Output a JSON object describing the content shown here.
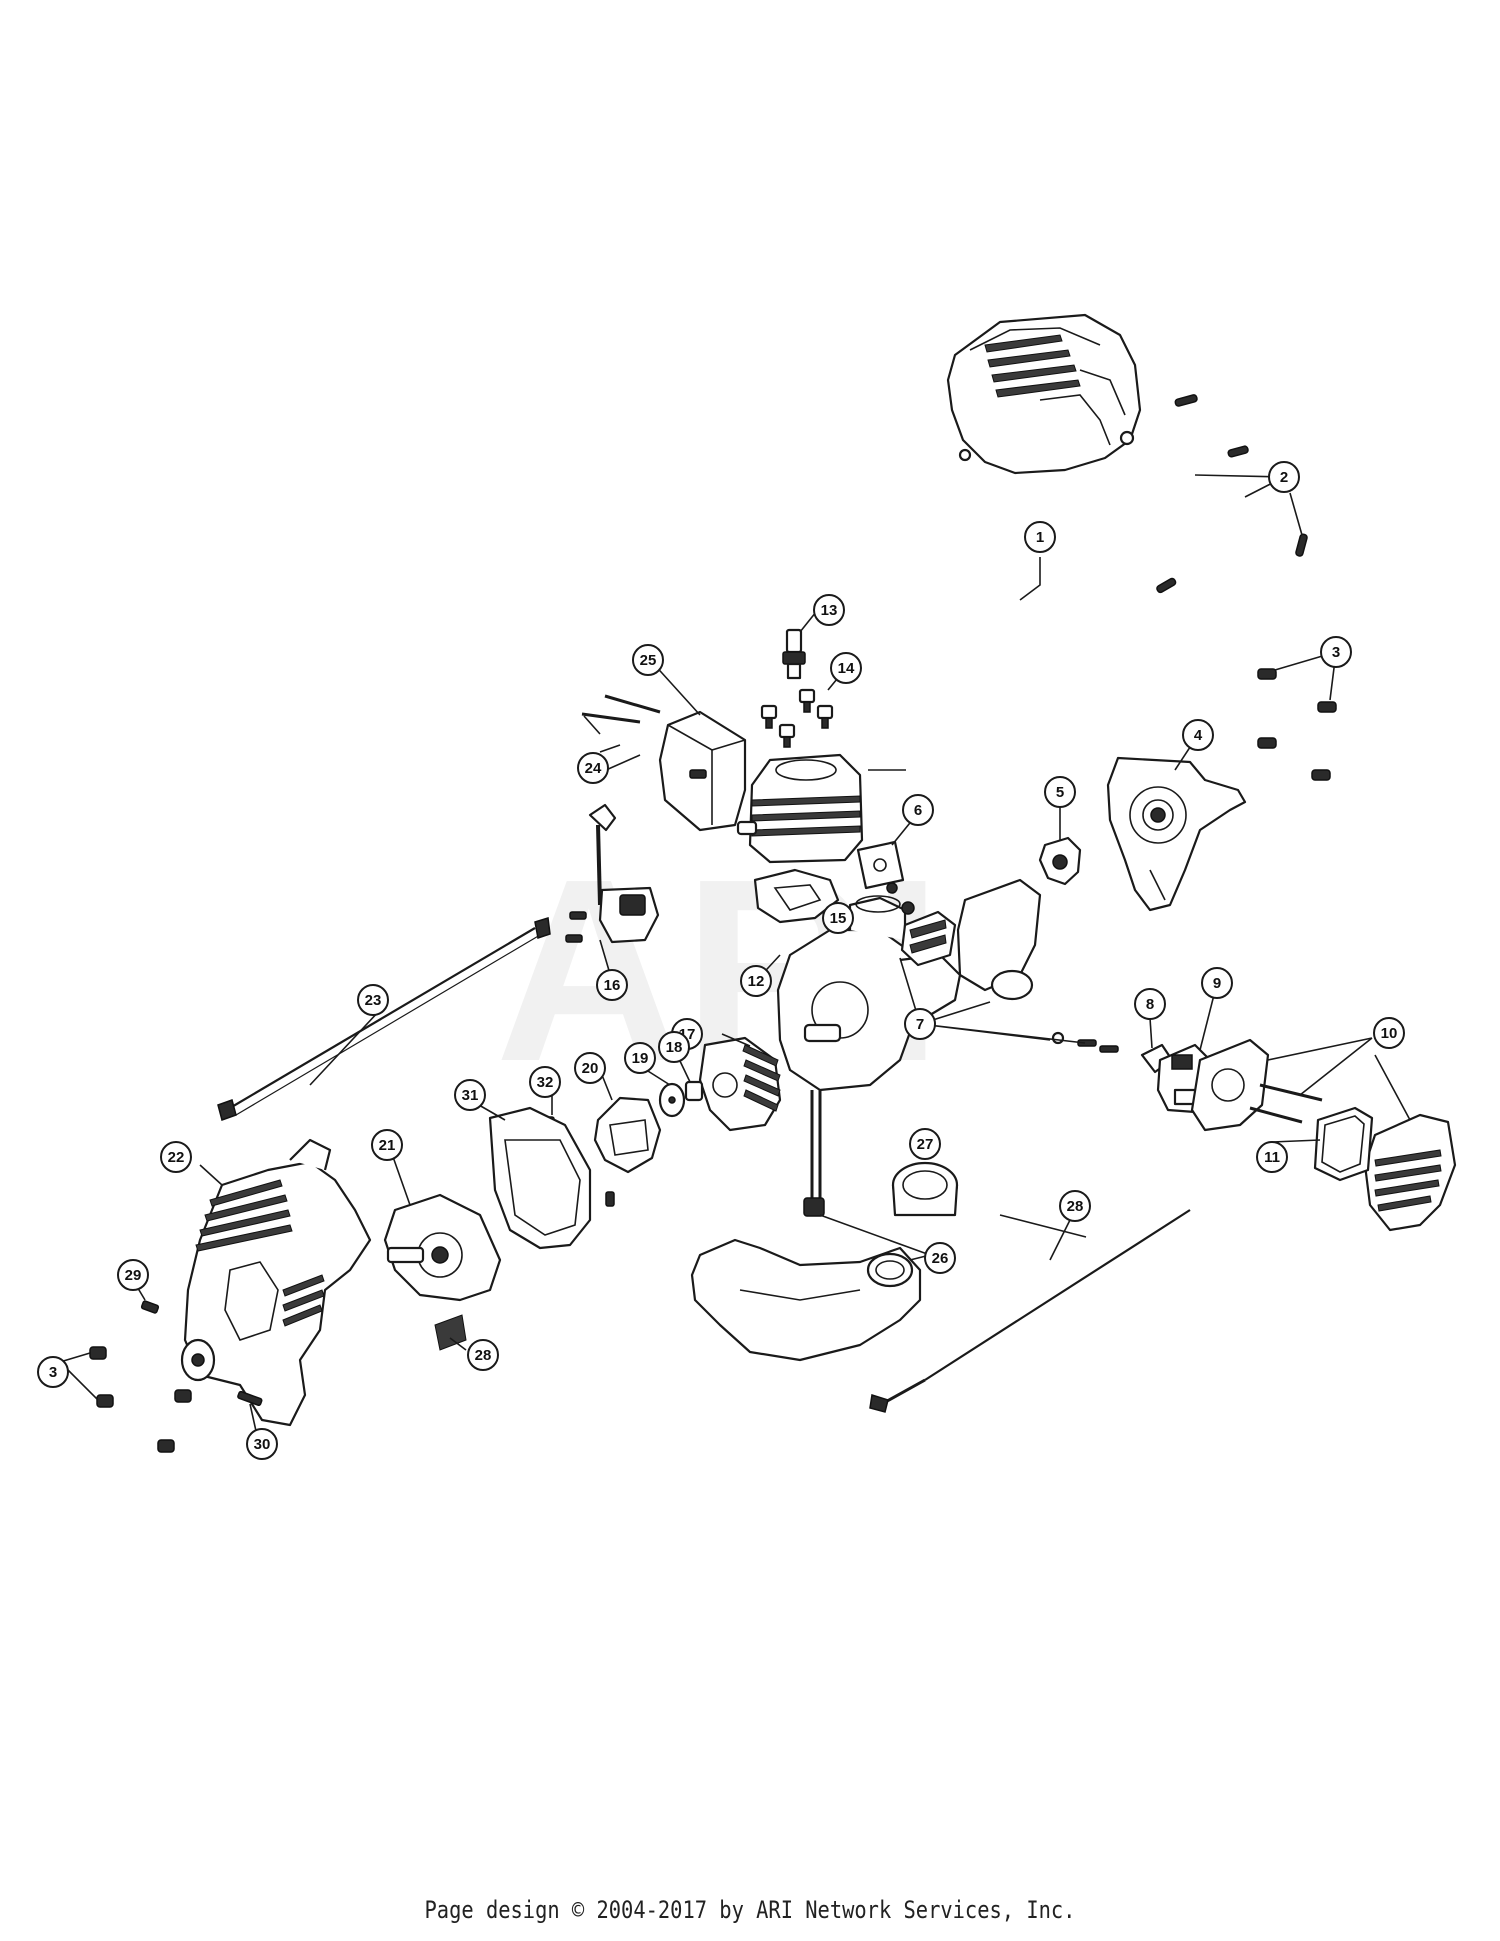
{
  "watermark": "ARI",
  "footer": "Page design © 2004-2017 by ARI Network Services, Inc.",
  "callouts": [
    {
      "id": "1",
      "label": "1"
    },
    {
      "id": "2",
      "label": "2"
    },
    {
      "id": "3a",
      "label": "3"
    },
    {
      "id": "4",
      "label": "4"
    },
    {
      "id": "5",
      "label": "5"
    },
    {
      "id": "6",
      "label": "6"
    },
    {
      "id": "7",
      "label": "7"
    },
    {
      "id": "8",
      "label": "8"
    },
    {
      "id": "9",
      "label": "9"
    },
    {
      "id": "10",
      "label": "10"
    },
    {
      "id": "11",
      "label": "11"
    },
    {
      "id": "12",
      "label": "12"
    },
    {
      "id": "13",
      "label": "13"
    },
    {
      "id": "14",
      "label": "14"
    },
    {
      "id": "15",
      "label": "15"
    },
    {
      "id": "16",
      "label": "16"
    },
    {
      "id": "17",
      "label": "17"
    },
    {
      "id": "18",
      "label": "18"
    },
    {
      "id": "19",
      "label": "19"
    },
    {
      "id": "20",
      "label": "20"
    },
    {
      "id": "21",
      "label": "21"
    },
    {
      "id": "22",
      "label": "22"
    },
    {
      "id": "23",
      "label": "23"
    },
    {
      "id": "24",
      "label": "24"
    },
    {
      "id": "25",
      "label": "25"
    },
    {
      "id": "26",
      "label": "26"
    },
    {
      "id": "27",
      "label": "27"
    },
    {
      "id": "28a",
      "label": "28"
    },
    {
      "id": "28b",
      "label": "28"
    },
    {
      "id": "29",
      "label": "29"
    },
    {
      "id": "30",
      "label": "30"
    },
    {
      "id": "31",
      "label": "31"
    },
    {
      "id": "32",
      "label": "32"
    },
    {
      "id": "3b",
      "label": "3"
    }
  ]
}
